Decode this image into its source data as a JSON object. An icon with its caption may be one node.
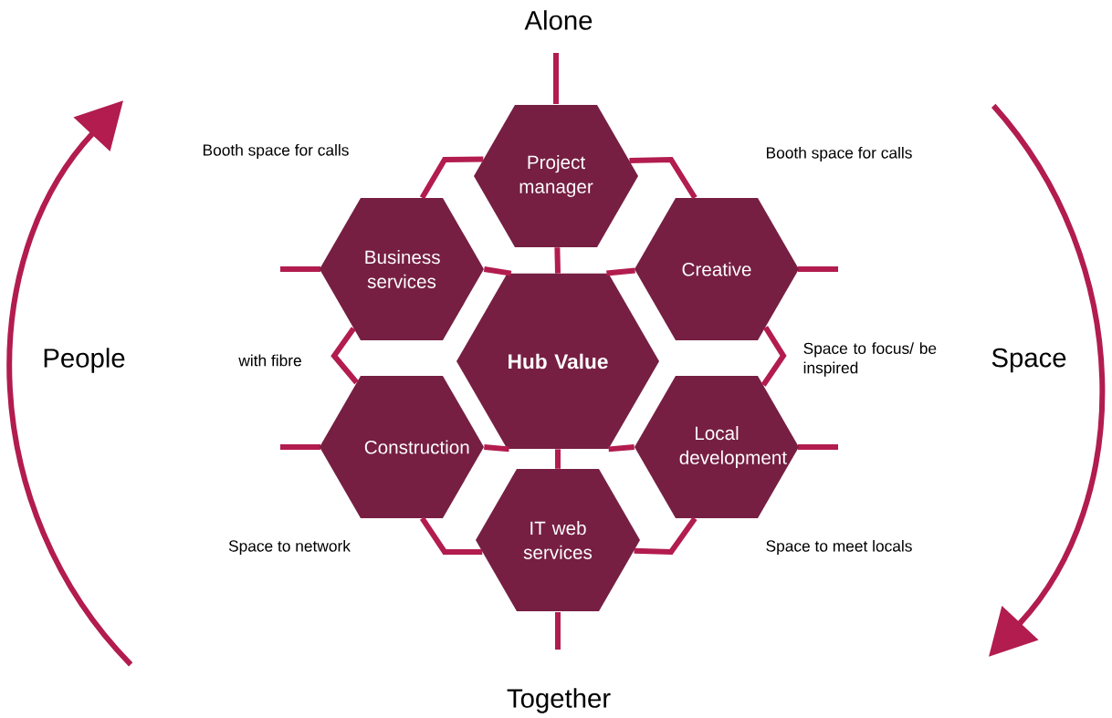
{
  "diagram": {
    "nodes": [
      {
        "text": [
          "Project manager"
        ]
      },
      {
        "text": [
          "Business services"
        ]
      },
      {
        "text": [
          "Creative"
        ]
      },
      {
        "text": [
          "Hub Value"
        ]
      },
      {
        "text": [
          "Construction"
        ]
      },
      {
        "text": [
          "Local development"
        ]
      },
      {
        "text": [
          "IT web services"
        ]
      }
    ],
    "edges": [
      {
        "from": 0,
        "to": 1,
        "arrow": "none"
      },
      {
        "from": 0,
        "to": 2,
        "arrow": "none"
      },
      {
        "from": 2,
        "to": 5,
        "arrow": "none"
      },
      {
        "from": 1,
        "to": 4,
        "arrow": "none"
      },
      {
        "from": 4,
        "to": 6,
        "arrow": "none"
      },
      {
        "from": 5,
        "to": 6,
        "arrow": "none"
      },
      {
        "from": 0,
        "to": 3,
        "arrow": "none"
      },
      {
        "from": 6,
        "to": 3,
        "arrow": "none"
      },
      {
        "from": 1,
        "to": 3,
        "arrow": "none"
      },
      {
        "from": 2,
        "to": 3,
        "arrow": "none"
      },
      {
        "from": 4,
        "to": 3,
        "arrow": "none"
      },
      {
        "from": 5,
        "to": 3,
        "arrow": "none"
      }
    ],
    "labels": [
      "Alone",
      "Booth space for calls",
      "Booth space for calls",
      "People",
      "with fibre",
      "Space to focus/ be inspired",
      "Space",
      "Space to network",
      "Space to meet locals",
      "Together"
    ]
  }
}
